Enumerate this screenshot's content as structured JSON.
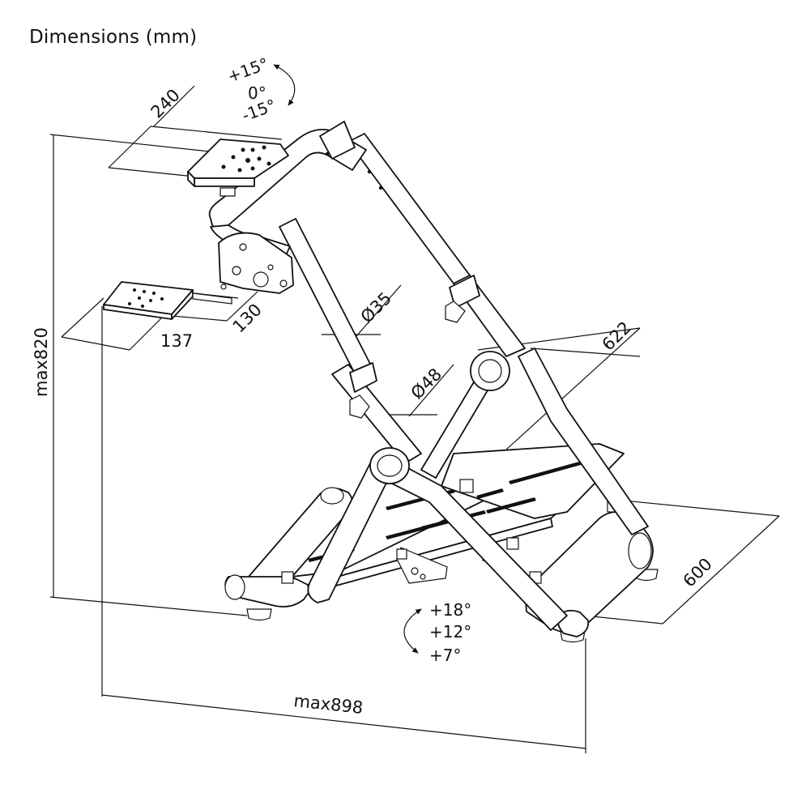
{
  "title": "Dimensions (mm)",
  "dimensions": {
    "wheel_plate_width": "240",
    "shifter_plate_depth": "130",
    "shifter_plate_width": "137",
    "upper_tube_diameter": "Ø35",
    "lower_tube_diameter": "Ø48",
    "pedal_width": "622",
    "base_depth": "600",
    "max_height": "max820",
    "max_length": "max898"
  },
  "wheel_tilt_angles": [
    "+15°",
    "0°",
    "-15°"
  ],
  "pedal_tilt_angles": [
    "+18°",
    "+12°",
    "+7°"
  ]
}
